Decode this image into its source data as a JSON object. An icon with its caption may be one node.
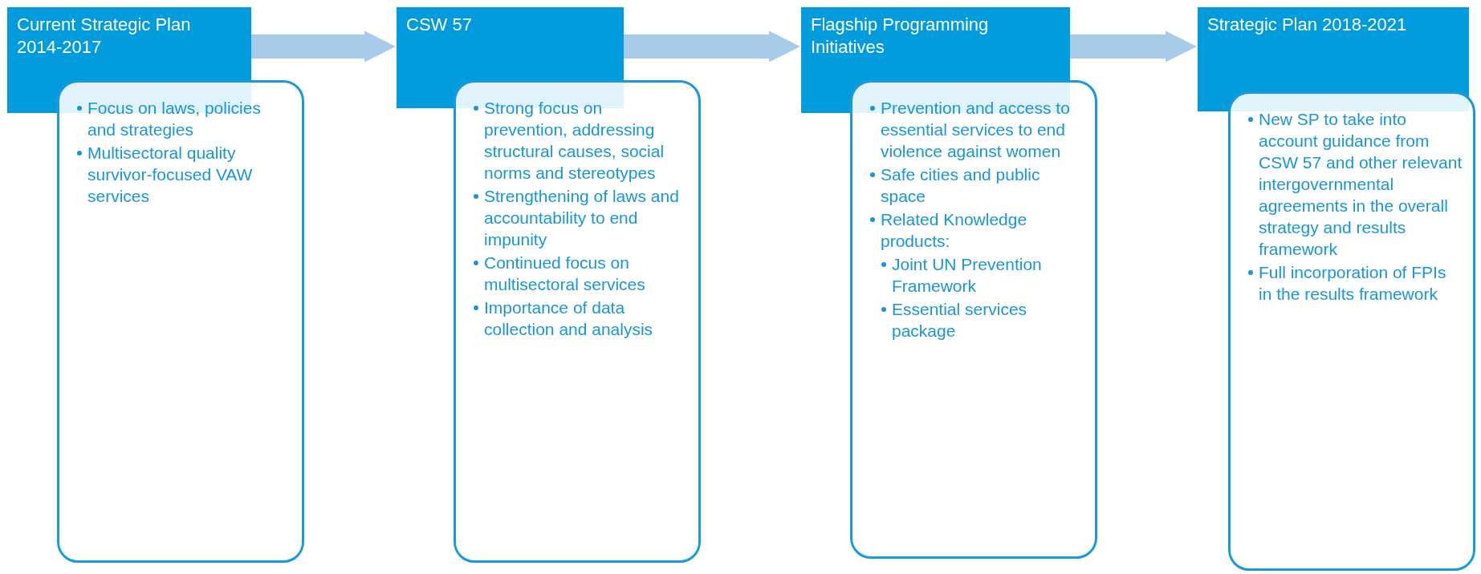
{
  "diagram": {
    "nodes": [
      {
        "text": [
          "Current Strategic Plan 2014-2017"
        ]
      },
      {
        "text": [
          "Focus on laws, policies and strategies",
          "Multisectoral quality survivor-focused VAW services"
        ]
      },
      {
        "text": [
          "CSW 57"
        ]
      },
      {
        "text": [
          "Strong focus on prevention, addressing structural causes, social norms and stereotypes",
          "Strengthening of laws and accountability to end impunity",
          "Continued focus on multisectoral services",
          "Importance of data collection and analysis"
        ]
      },
      {
        "text": [
          "Flagship Programming Initiatives"
        ]
      },
      {
        "text": [
          "Prevention and access to essential services to end violence against women",
          "Safe cities and public space",
          "Related Knowledge products:",
          "Joint UN Prevention Framework",
          "Essential services package"
        ]
      },
      {
        "text": [
          "Strategic Plan 2018-2021"
        ]
      },
      {
        "text": [
          "New SP to take into account guidance from CSW 57 and other relevant intergovernmental agreements in the overall strategy and results framework",
          "Full incorporation of FPIs in the results framework"
        ]
      }
    ],
    "edges": [
      {
        "from": 0,
        "to": 2,
        "arrow": "to"
      },
      {
        "from": 2,
        "to": 4,
        "arrow": "to"
      },
      {
        "from": 4,
        "to": 6,
        "arrow": "to"
      }
    ]
  }
}
